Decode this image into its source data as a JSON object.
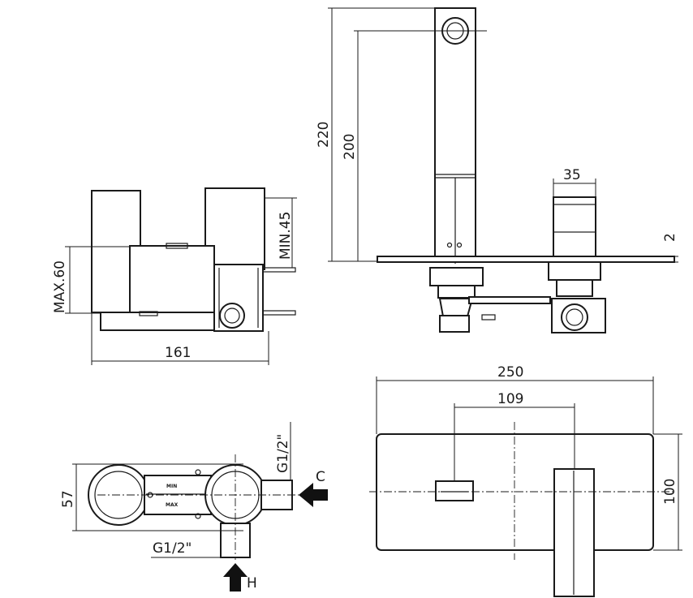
{
  "dimensions": {
    "side_width": "161",
    "side_max": "MAX.60",
    "side_min": "MIN.45",
    "front_total_height": "220",
    "front_spout_height": "200",
    "front_handle_width": "35",
    "front_plate_thickness": "2",
    "top_depth": "57",
    "top_inlet_c_thread": "G1/2\"",
    "top_inlet_h_thread": "G1/2\"",
    "plate_width": "250",
    "plate_center_distance": "109",
    "plate_height": "100"
  },
  "labels": {
    "cold_inlet": "C",
    "hot_inlet": "H",
    "body_mark_min": "MIN",
    "body_mark_max": "MAX"
  },
  "colors": {
    "line": "#1a1a1a",
    "background": "#ffffff"
  }
}
